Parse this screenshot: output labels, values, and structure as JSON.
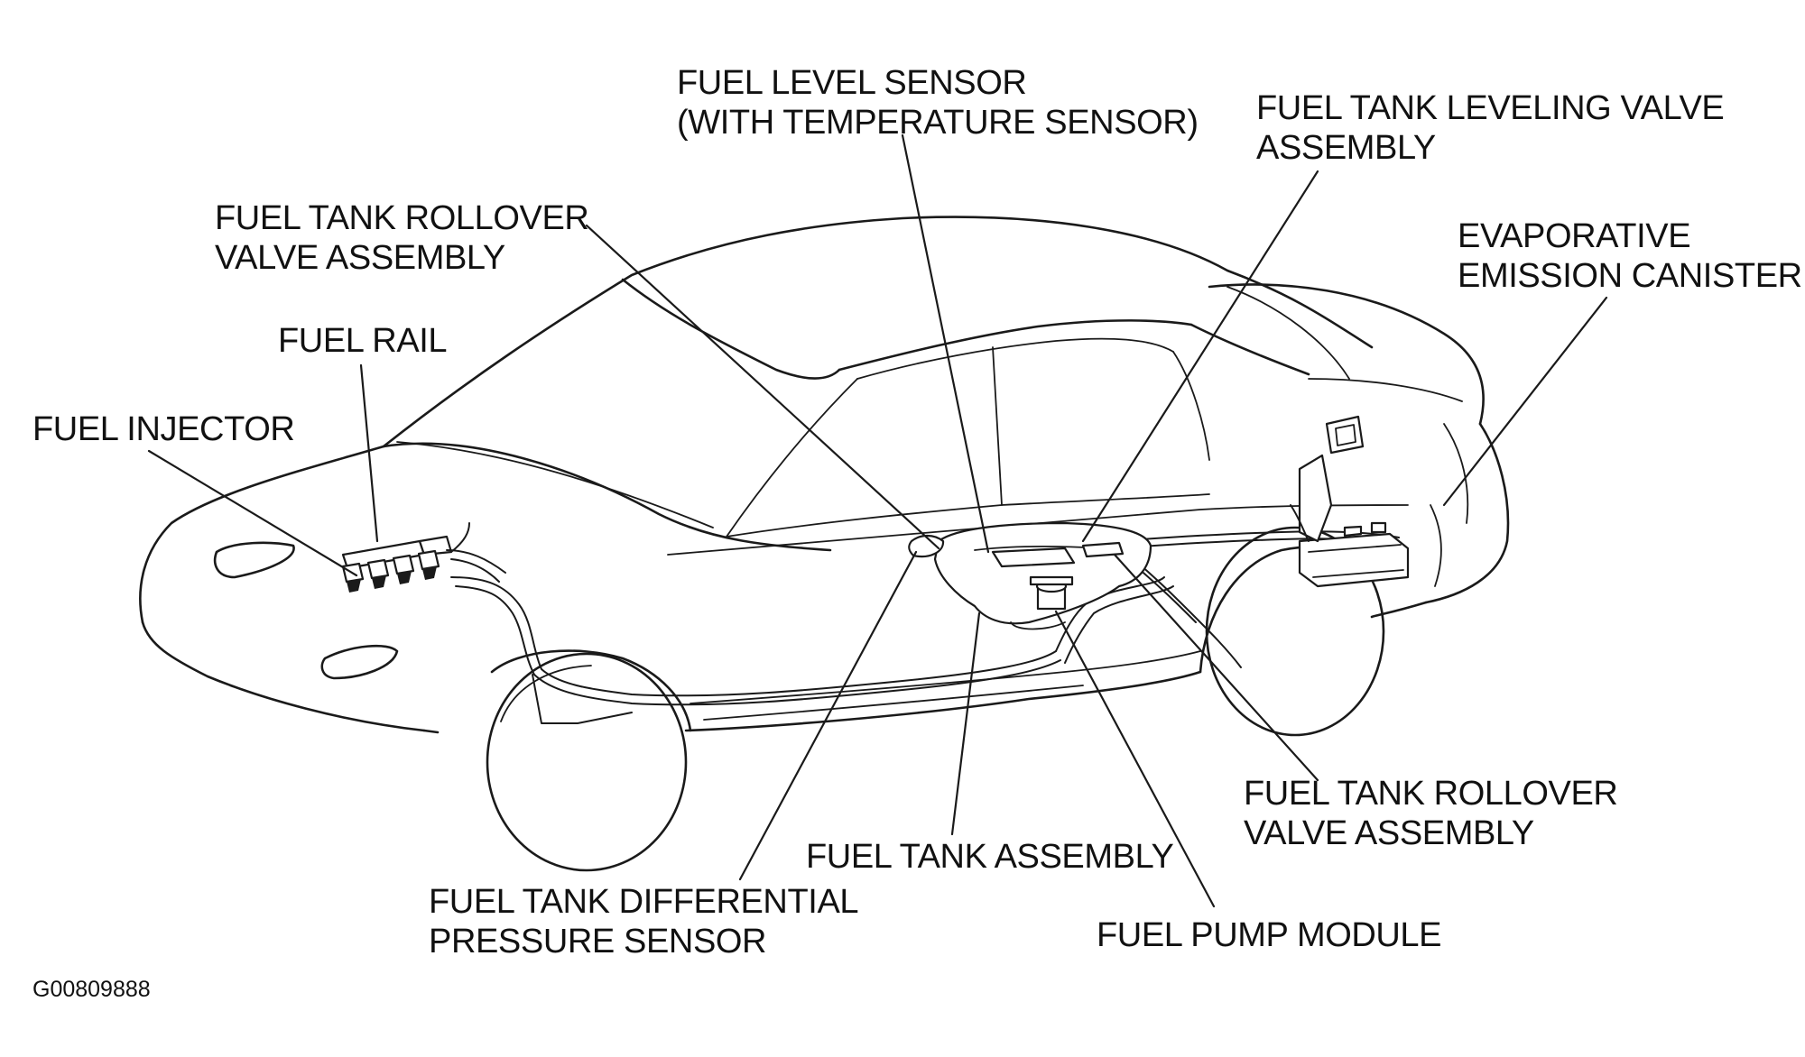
{
  "labels": {
    "fuel_level_sensor": [
      "FUEL LEVEL SENSOR",
      "(WITH TEMPERATURE SENSOR)"
    ],
    "leveling_valve": [
      "FUEL TANK LEVELING VALVE",
      "ASSEMBLY"
    ],
    "rollover_valve_top": [
      "FUEL TANK ROLLOVER",
      "VALVE ASSEMBLY"
    ],
    "evap_canister": [
      "EVAPORATIVE",
      "EMISSION CANISTER"
    ],
    "fuel_rail": [
      "FUEL RAIL"
    ],
    "fuel_injector": [
      "FUEL INJECTOR"
    ],
    "rollover_valve_bottom": [
      "FUEL TANK ROLLOVER",
      "VALVE ASSEMBLY"
    ],
    "fuel_tank_assembly": [
      "FUEL TANK ASSEMBLY"
    ],
    "differential_sensor": [
      "FUEL TANK DIFFERENTIAL",
      "PRESSURE SENSOR"
    ],
    "fuel_pump_module": [
      "FUEL PUMP MODULE"
    ]
  },
  "figure_code": "G00809888"
}
